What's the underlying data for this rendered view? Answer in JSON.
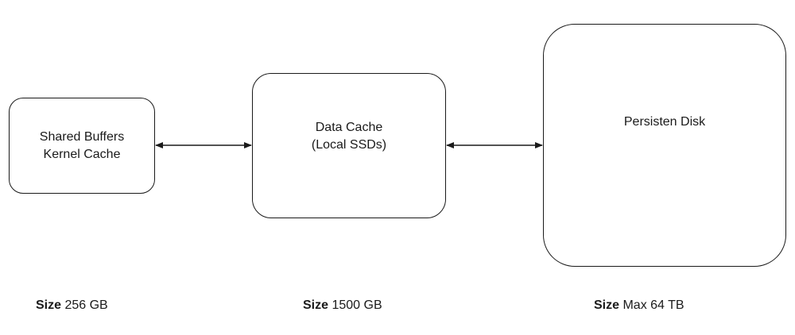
{
  "nodes": {
    "shared_buffers": {
      "label": "Shared Buffers\nKernel Cache"
    },
    "data_cache": {
      "label": "Data Cache\n(Local SSDs)"
    },
    "persistent_disk": {
      "label": "Persisten Disk"
    }
  },
  "sizes": {
    "shared_buffers": {
      "key": "Size",
      "value": "256 GB"
    },
    "data_cache": {
      "key": "Size",
      "value": "1500 GB"
    },
    "persistent_disk": {
      "key": "Size",
      "value": "Max 64 TB"
    }
  },
  "edges": [
    {
      "from": "shared_buffers",
      "to": "data_cache",
      "direction": "bidirectional"
    },
    {
      "from": "data_cache",
      "to": "persistent_disk",
      "direction": "bidirectional"
    }
  ],
  "colors": {
    "stroke": "#1a1a1a",
    "background": "#ffffff"
  }
}
